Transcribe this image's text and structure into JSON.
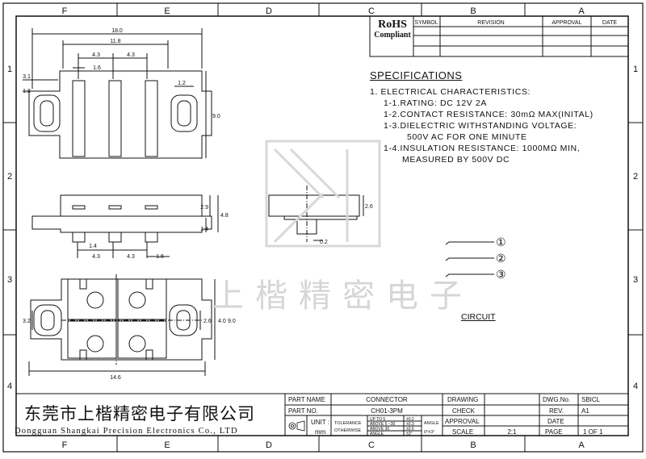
{
  "border": {
    "columns": [
      "F",
      "E",
      "D",
      "C",
      "B",
      "A"
    ],
    "rows": [
      "1",
      "2",
      "3",
      "4"
    ]
  },
  "revision_table": {
    "rohs_line1": "RoHS",
    "rohs_line2": "Compliant",
    "headers": [
      "SYMBOL",
      "REVISION",
      "APPROVAL",
      "DATE"
    ]
  },
  "specifications": {
    "title": "SPECIFICATIONS",
    "lines": [
      "1. ELECTRICAL CHARACTERISTICS:",
      "1-1.RATING: DC 12V 2A",
      "1-2.CONTACT RESISTANCE: 30mΩ MAX(INITAL)",
      "1-3.DIELECTRIC WITHSTANDING VOLTAGE:",
      "500V AC FOR ONE MINUTE",
      "1-4.INSULATION RESISTANCE: 1000MΩ MIN,",
      "MEASURED BY 500V DC"
    ]
  },
  "dimensions": {
    "top_view": [
      "18.0",
      "11.8",
      "4.3",
      "4.3",
      "1.6",
      "3.1",
      "1.8",
      "1.2",
      "9.0"
    ],
    "side_view": [
      "2.9",
      "4.8",
      "1.4",
      "1.4",
      "4.3",
      "4.3",
      "1.6"
    ],
    "end_view": [
      "2.6",
      "0.2"
    ],
    "bottom_view": [
      "3.2",
      "2.6",
      "4.0",
      "9.0",
      "14.6"
    ]
  },
  "circuit": {
    "label": "CIRCUIT",
    "pins": [
      "①",
      "②",
      "③"
    ]
  },
  "watermark": "上楷精密电子",
  "title_block": {
    "company_cn": "东莞市上楷精密电子有限公司",
    "company_en": "Dongguan Shangkai Precision Electronics Co., LTD",
    "part_name_label": "PART NAME",
    "part_name": "CONNECTOR",
    "part_no_label": "PART NO.",
    "part_no": "CH01-3PM",
    "unit_label": "UNIT :",
    "unit": "mm",
    "tolerance_label": "TOLERANCE",
    "otherwise_label": "OTHERWISE",
    "tol_rows": [
      {
        "range": "UP TO 5",
        "value": "±0.2"
      },
      {
        "range": "ABOVE 5 ~30",
        "value": "±0.3"
      },
      {
        "range": "ABOVE 30",
        "value": "±0.5"
      },
      {
        "range": "ANGLE",
        "value": "±3°"
      }
    ],
    "angle_label": "ANGLE",
    "angle_value": "0°±3°",
    "drawing_label": "DRAWING",
    "check_label": "CHECK",
    "approval_label": "APPROVAL",
    "scale_label": "SCALE",
    "scale": "2:1",
    "dwg_no_label": "DWG.No.",
    "dwg_no": "SBICL",
    "rev_label": "REV.",
    "rev": "A1",
    "date_label": "DATE",
    "page_label": "PAGE",
    "page": "1 OF 1"
  }
}
